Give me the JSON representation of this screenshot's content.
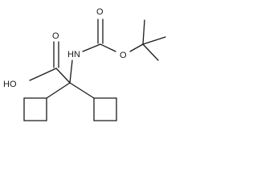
{
  "molecule": {
    "atom_labels": {
      "hydroxyl": "HO",
      "acid_carbonyl_o": "O",
      "amine": "HN",
      "carbamate_carbonyl_o": "O",
      "ester_o": "O"
    }
  },
  "colors": {
    "bond": "#1a1a1a",
    "background": "#ffffff"
  }
}
